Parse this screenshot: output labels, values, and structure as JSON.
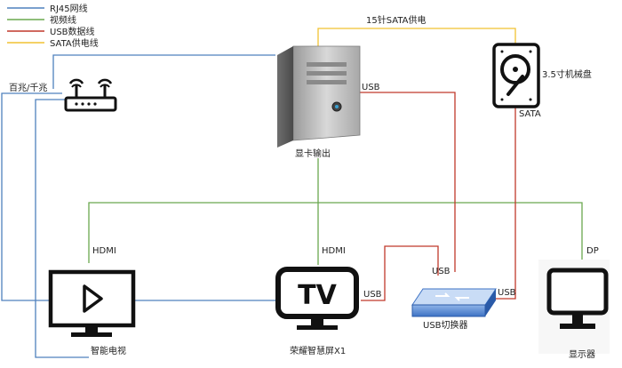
{
  "legend": [
    {
      "label": "RJ45网线",
      "color": "#4f81bd"
    },
    {
      "label": "视频线",
      "color": "#6aa84f"
    },
    {
      "label": "USB数据线",
      "color": "#c0392b"
    },
    {
      "label": "SATA供电线",
      "color": "#f1c232"
    }
  ],
  "labels": {
    "sata_power": "15针SATA供电",
    "router_speed": "百兆/千兆",
    "usb_pc": "USB",
    "hdd": "3.5寸机械盘",
    "sata": "SATA",
    "gpu_out": "显卡输出",
    "hdmi_tv": "HDMI",
    "hdmi_screen": "HDMI",
    "dp": "DP",
    "usb_switch_top": "USB",
    "usb_screen": "USB",
    "usb_switch_right": "USB",
    "smart_tv": "智能电视",
    "smart_screen": "荣耀智慧屏X1",
    "usb_switch": "USB切换器",
    "monitor": "显示器",
    "tv_logo": "TV"
  },
  "icons": {
    "router": "router-icon",
    "pc": "pc-tower-icon",
    "hdd": "hard-disk-icon",
    "tv": "smart-tv-play-icon",
    "screen": "tv-screen-icon",
    "switch": "usb-switch-icon",
    "monitor": "monitor-icon"
  }
}
